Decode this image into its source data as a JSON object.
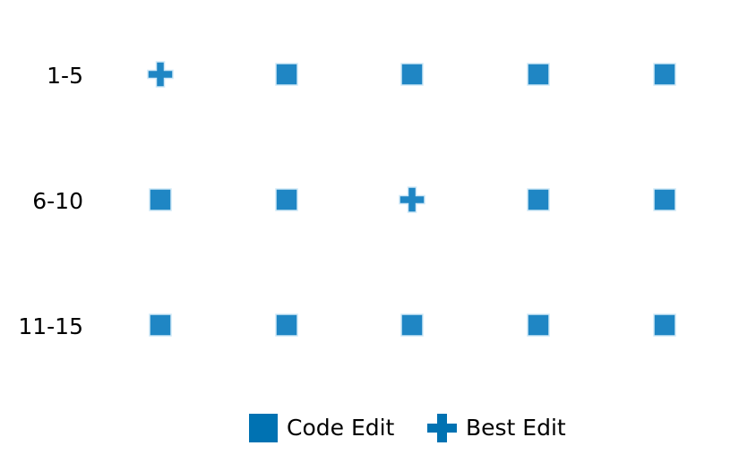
{
  "chart_data": {
    "type": "scatter",
    "title": "",
    "xlabel": "",
    "ylabel": "",
    "rows": [
      "1-5",
      "6-10",
      "11-15"
    ],
    "columns": 5,
    "cells": [
      [
        "best",
        "code",
        "code",
        "code",
        "code"
      ],
      [
        "code",
        "code",
        "best",
        "code",
        "code"
      ],
      [
        "code",
        "code",
        "code",
        "code",
        "code"
      ]
    ],
    "legend": {
      "placement": "bottom",
      "entries": [
        {
          "key": "code",
          "label": "Code Edit",
          "marker": "square"
        },
        {
          "key": "best",
          "label": "Best Edit",
          "marker": "plus"
        }
      ]
    },
    "colors": {
      "marker": "#1f86c4",
      "marker_edge": "#cfe8f7",
      "legend_marker": "#0072b2"
    },
    "grid": false
  }
}
